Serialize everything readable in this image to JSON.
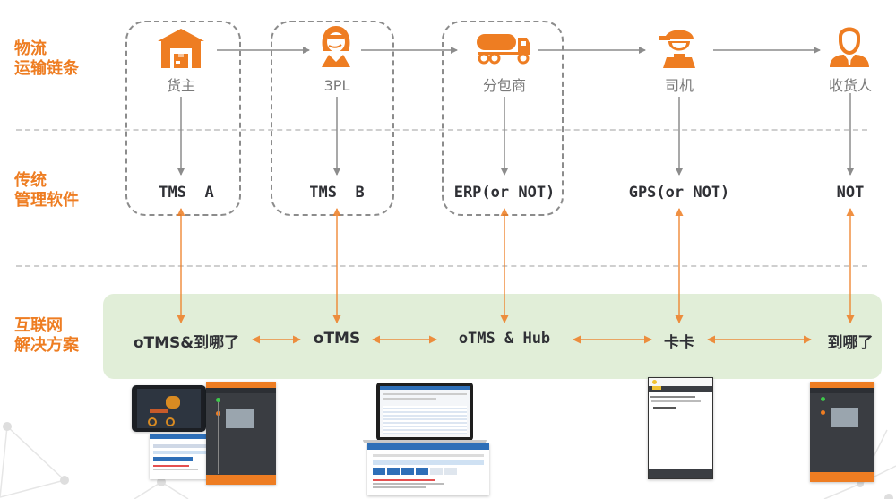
{
  "rows": {
    "chain": {
      "line1": "物流",
      "line2": "运输链条"
    },
    "traditional": {
      "line1": "传统",
      "line2": "管理软件"
    },
    "internet": {
      "line1": "互联网",
      "line2": "解决方案"
    }
  },
  "actors": [
    {
      "label": "货主",
      "icon": "warehouse-icon"
    },
    {
      "label": "3PL",
      "icon": "headset-agent-icon"
    },
    {
      "label": "分包商",
      "icon": "tanker-truck-icon"
    },
    {
      "label": "司机",
      "icon": "driver-cap-icon"
    },
    {
      "label": "收货人",
      "icon": "businessman-icon"
    }
  ],
  "software": [
    {
      "label": "TMS  A"
    },
    {
      "label": "TMS  B"
    },
    {
      "label": "ERP(or NOT)"
    },
    {
      "label": "GPS(or NOT)"
    },
    {
      "label": "NOT"
    }
  ],
  "solutions": [
    {
      "label": "oTMS&到哪了"
    },
    {
      "label": "oTMS"
    },
    {
      "label": "oTMS & Hub"
    },
    {
      "label": "卡卡"
    },
    {
      "label": "到哪了"
    }
  ],
  "screenshots": [
    {
      "name": "otms-dashboard-tablet-and-mobile-screenshot"
    },
    {
      "name": "otms-laptop-web-screenshot"
    },
    {
      "name": "kaka-mobile-app-screenshot"
    },
    {
      "name": "daonale-mobile-app-screenshot"
    }
  ],
  "colors": {
    "accent": "#ee7d22",
    "band": "#e1eed8",
    "text_dark": "#2f3035",
    "text_gray": "#7a7a7a",
    "line_gray": "#8c8c8c"
  }
}
